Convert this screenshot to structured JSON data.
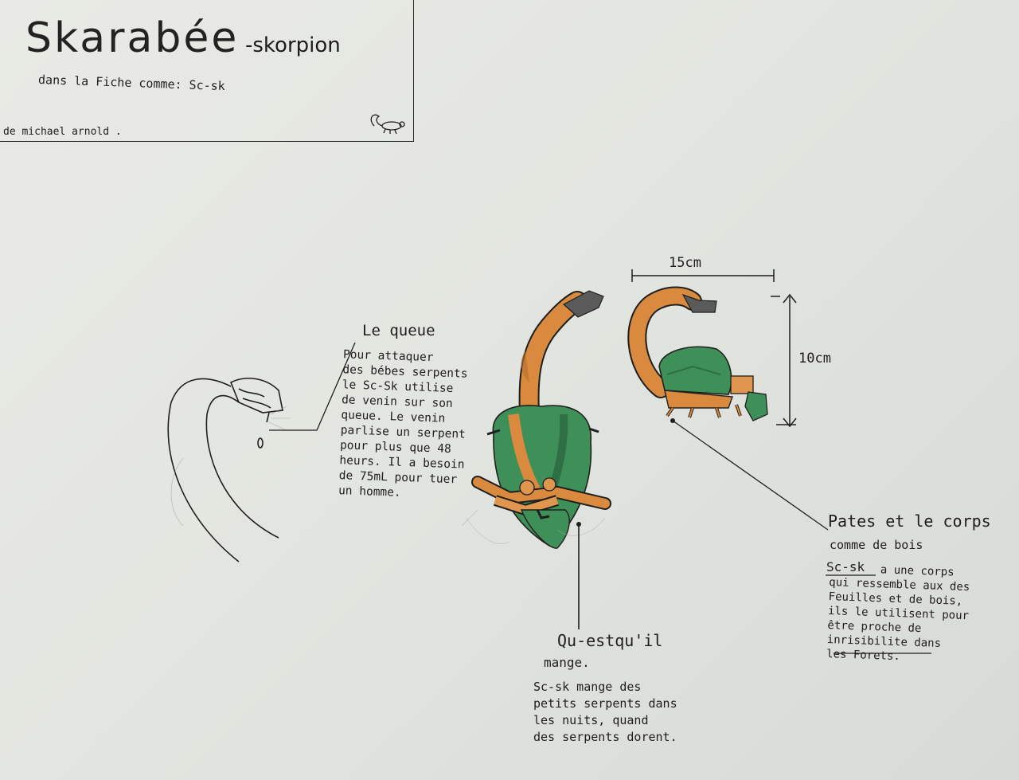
{
  "title": {
    "main": "Skarabée",
    "suffix": "-skorpion",
    "subtitle": "dans la Fiche comme: Sc-sk",
    "author": "de michael arnold ."
  },
  "annotations": {
    "tail": {
      "heading": "Le queue",
      "text": "Pour attaquer\ndes bébes serpents\nle Sc-Sk utilise\nde venin sur son\nqueue. Le venin\nparlise un serpent\npour plus que 48\nheurs. Il a besoin\nde 75mL pour tuer\nun homme."
    },
    "food": {
      "heading": "Qu-estqu'il",
      "heading2": "mange.",
      "text": "Sc-sk mange des\npetits serpents dans\nles nuits, quand\ndes serpents dorent."
    },
    "body": {
      "heading": "Pates et le corps",
      "heading2": "comme de bois",
      "text_lead": "Sc-sk",
      "text": "a une corps\nqui ressemble aux des\nFeuilles et de bois,\nils le utilisent pour\nêtre proche de\ninrisibilite dans\nles Forets."
    },
    "dimensions": {
      "width": "15cm",
      "height": "10cm"
    }
  },
  "colors": {
    "paper": "#e6e7e2",
    "ink": "#1e1e1e",
    "leaf_green": "#3f8f58",
    "wood_orange": "#d98a3e",
    "stinger_grey": "#5a5a5a"
  }
}
